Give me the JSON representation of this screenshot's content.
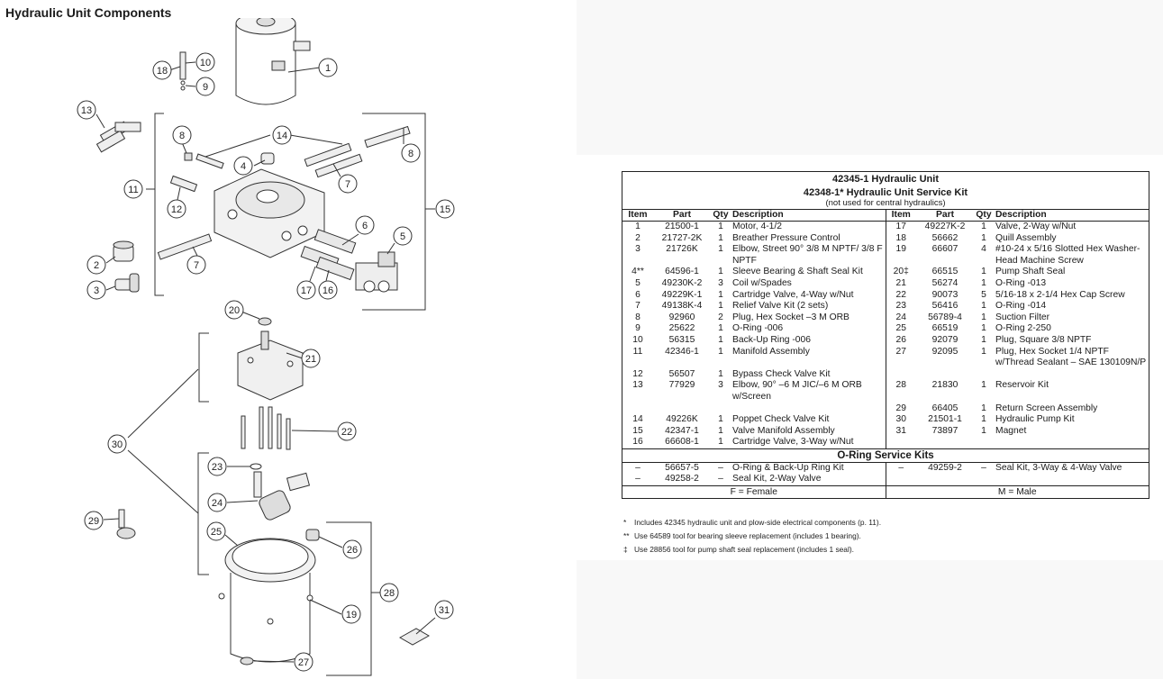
{
  "page_title": "Hydraulic Unit Components",
  "table": {
    "title1": "42345-1  Hydraulic Unit",
    "title2": "42348-1*  Hydraulic Unit Service Kit",
    "subtitle": "(not used for central hydraulics)",
    "headers": [
      "Item",
      "Part",
      "Qty",
      "Description",
      "Item",
      "Part",
      "Qty",
      "Description"
    ],
    "rows": [
      {
        "l": [
          "1",
          "21500-1",
          "1",
          "Motor, 4-1/2"
        ],
        "r": [
          "17",
          "49227K-2",
          "1",
          "Valve, 2-Way w/Nut"
        ]
      },
      {
        "l": [
          "2",
          "21727-2K",
          "1",
          "Breather Pressure Control"
        ],
        "r": [
          "18",
          "56662",
          "1",
          "Quill Assembly"
        ]
      },
      {
        "l": [
          "3",
          "21726K",
          "1",
          "Elbow, Street 90° 3/8 M NPTF/ 3/8 F NPTF"
        ],
        "r": [
          "19",
          "66607",
          "4",
          "#10-24 x 5/16 Slotted Hex Washer-Head Machine Screw"
        ]
      },
      {
        "l": [
          "4**",
          "64596-1",
          "1",
          "Sleeve Bearing & Shaft Seal Kit"
        ],
        "r": [
          "20‡",
          "66515",
          "1",
          "Pump Shaft Seal"
        ]
      },
      {
        "l": [
          "5",
          "49230K-2",
          "3",
          "Coil w/Spades"
        ],
        "r": [
          "21",
          "56274",
          "1",
          "O-Ring -013"
        ]
      },
      {
        "l": [
          "6",
          "49229K-1",
          "1",
          "Cartridge Valve, 4-Way w/Nut"
        ],
        "r": [
          "22",
          "90073",
          "5",
          "5/16-18 x 2-1/4 Hex Cap Screw"
        ]
      },
      {
        "l": [
          "7",
          "49138K-4",
          "1",
          "Relief Valve Kit (2 sets)"
        ],
        "r": [
          "23",
          "56416",
          "1",
          "O-Ring -014"
        ]
      },
      {
        "l": [
          "8",
          "92960",
          "2",
          "Plug, Hex Socket –3 M ORB"
        ],
        "r": [
          "24",
          "56789-4",
          "1",
          "Suction Filter"
        ]
      },
      {
        "l": [
          "9",
          "25622",
          "1",
          "O-Ring -006"
        ],
        "r": [
          "25",
          "66519",
          "1",
          "O-Ring 2-250"
        ]
      },
      {
        "l": [
          "10",
          "56315",
          "1",
          "Back-Up Ring -006"
        ],
        "r": [
          "26",
          "92079",
          "1",
          "Plug, Square 3/8 NPTF"
        ]
      },
      {
        "l": [
          "11",
          "42346-1",
          "1",
          "Manifold Assembly"
        ],
        "r": [
          "27",
          "92095",
          "1",
          "Plug, Hex Socket 1/4 NPTF w/Thread Sealant – SAE 130109N/P"
        ]
      },
      {
        "l": [
          "12",
          "56507",
          "1",
          "Bypass Check Valve Kit"
        ],
        "r": [
          "",
          "",
          "",
          ""
        ]
      },
      {
        "l": [
          "13",
          "77929",
          "3",
          "Elbow, 90° –6 M JIC/–6 M ORB w/Screen"
        ],
        "r": [
          "28",
          "21830",
          "1",
          "Reservoir Kit"
        ]
      },
      {
        "l": [
          "",
          "",
          "",
          ""
        ],
        "r": [
          "29",
          "66405",
          "1",
          "Return Screen Assembly"
        ]
      },
      {
        "l": [
          "14",
          "49226K",
          "1",
          "Poppet Check Valve Kit"
        ],
        "r": [
          "30",
          "21501-1",
          "1",
          "Hydraulic Pump Kit"
        ]
      },
      {
        "l": [
          "15",
          "42347-1",
          "1",
          "Valve Manifold Assembly"
        ],
        "r": [
          "31",
          "73897",
          "1",
          "Magnet"
        ]
      },
      {
        "l": [
          "16",
          "66608-1",
          "1",
          "Cartridge Valve, 3-Way w/Nut"
        ],
        "r": [
          "",
          "",
          "",
          ""
        ]
      }
    ],
    "oring_title": "O-Ring Service Kits",
    "oring_rows": [
      {
        "l": [
          "–",
          "56657-5",
          "–",
          "O-Ring & Back-Up Ring Kit"
        ],
        "r": [
          "–",
          "49259-2",
          "–",
          "Seal Kit, 3-Way & 4-Way Valve"
        ]
      },
      {
        "l": [
          "–",
          "49258-2",
          "–",
          "Seal Kit, 2-Way Valve"
        ],
        "r": [
          "",
          "",
          "",
          ""
        ]
      }
    ],
    "female": "F = Female",
    "male": "M = Male"
  },
  "footnotes": [
    {
      "mark": "*",
      "text": "Includes 42345 hydraulic unit and plow-side electrical components (p. 11)."
    },
    {
      "mark": "**",
      "text": "Use 64589 tool for bearing sleeve replacement (includes 1 bearing)."
    },
    {
      "mark": "‡",
      "text": "Use 28856 tool for pump shaft seal replacement (includes 1 seal)."
    }
  ],
  "callouts": [
    "1",
    "2",
    "3",
    "4",
    "5",
    "6",
    "7",
    "7",
    "8",
    "8",
    "9",
    "10",
    "11",
    "12",
    "13",
    "14",
    "15",
    "16",
    "17",
    "18",
    "19",
    "20",
    "21",
    "22",
    "23",
    "24",
    "25",
    "26",
    "27",
    "28",
    "29",
    "30",
    "31"
  ]
}
